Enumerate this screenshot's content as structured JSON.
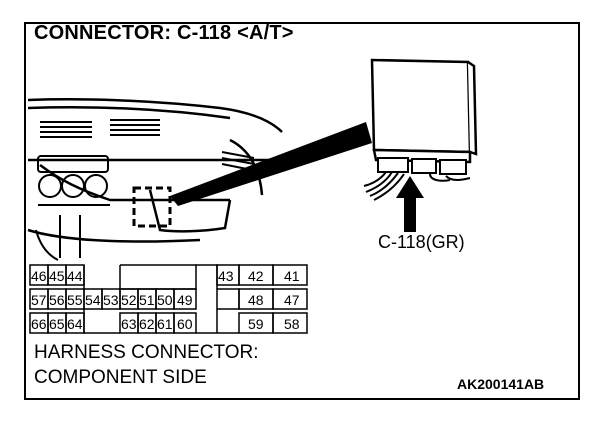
{
  "title": "CONNECTOR: C-118 <A/T>",
  "connector_label": "C-118(GR)",
  "harness_line1": "HARNESS CONNECTOR:",
  "harness_line2": "COMPONENT SIDE",
  "figure_code": "AK200141AB",
  "pins": {
    "row1_left": [
      "46",
      "45",
      "44"
    ],
    "row1_right": [
      "43",
      "42",
      "41"
    ],
    "row2": [
      "57",
      "56",
      "55",
      "54",
      "53",
      "52",
      "51",
      "50",
      "49",
      "48",
      "47"
    ],
    "row3_left": [
      "66",
      "65",
      "64"
    ],
    "row3_mid": [
      "63",
      "62",
      "61",
      "60"
    ],
    "row3_right": [
      "59",
      "58"
    ]
  }
}
